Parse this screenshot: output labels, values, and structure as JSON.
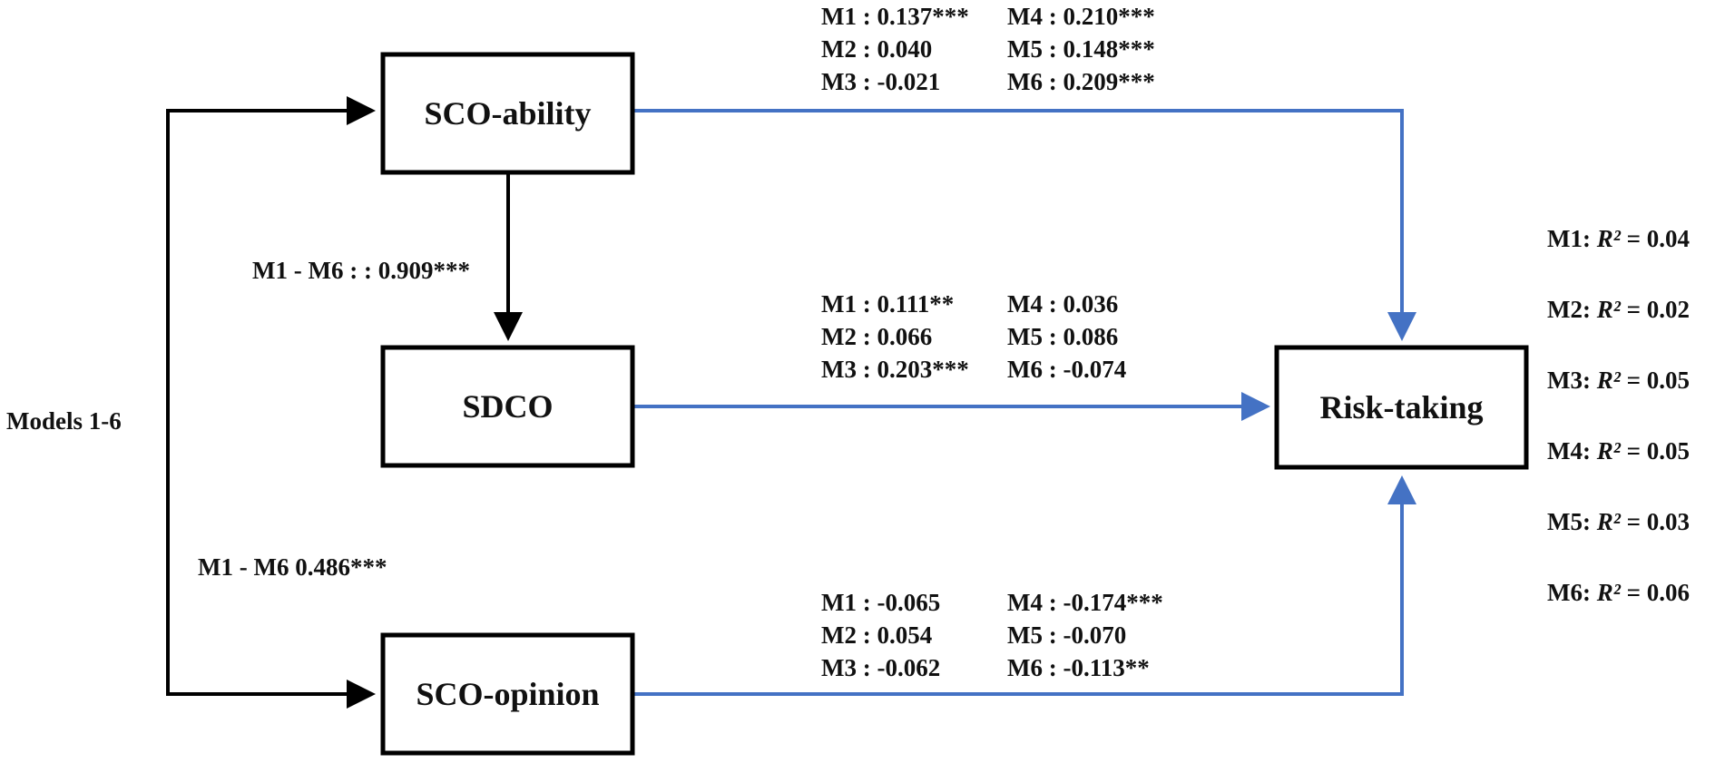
{
  "colors": {
    "box_stroke": "#000000",
    "black_arrow": "#000000",
    "blue_arrow": "#4472C4",
    "text": "#111111"
  },
  "nodes": {
    "sco_ability": "SCO-ability",
    "sdco": "SDCO",
    "sco_opinion": "SCO-opinion",
    "risk_taking": "Risk-taking"
  },
  "labels": {
    "models": "Models 1-6",
    "ability_to_sdco": "M1 - M6 : : 0.909***",
    "models_to_opinion": "M1 - M6 0.486***"
  },
  "coefficients": {
    "ability": {
      "left": [
        "M1 : 0.137***",
        "M2 : 0.040",
        "M3 : -0.021"
      ],
      "right": [
        "M4 : 0.210***",
        "M5 : 0.148***",
        "M6 : 0.209***"
      ]
    },
    "sdco": {
      "left": [
        "M1 : 0.111**",
        "M2 : 0.066",
        "M3 : 0.203***"
      ],
      "right": [
        "M4 : 0.036",
        "M5 : 0.086",
        "M6 : -0.074"
      ]
    },
    "opinion": {
      "left": [
        "M1 : -0.065",
        "M2 : 0.054",
        "M3 : -0.062"
      ],
      "right": [
        "M4 : -0.174***",
        "M5 : -0.070",
        "M6 : -0.113**"
      ]
    }
  },
  "r_squared": [
    {
      "model": "M1:",
      "symbol": "R²",
      "value": "= 0.04"
    },
    {
      "model": "M2:",
      "symbol": "R²",
      "value": "= 0.02"
    },
    {
      "model": "M3:",
      "symbol": "R²",
      "value": "= 0.05"
    },
    {
      "model": "M4:",
      "symbol": "R²",
      "value": "= 0.05"
    },
    {
      "model": "M5:",
      "symbol": "R²",
      "value": "= 0.03"
    },
    {
      "model": "M6:",
      "symbol": "R²",
      "value": "= 0.06"
    }
  ]
}
